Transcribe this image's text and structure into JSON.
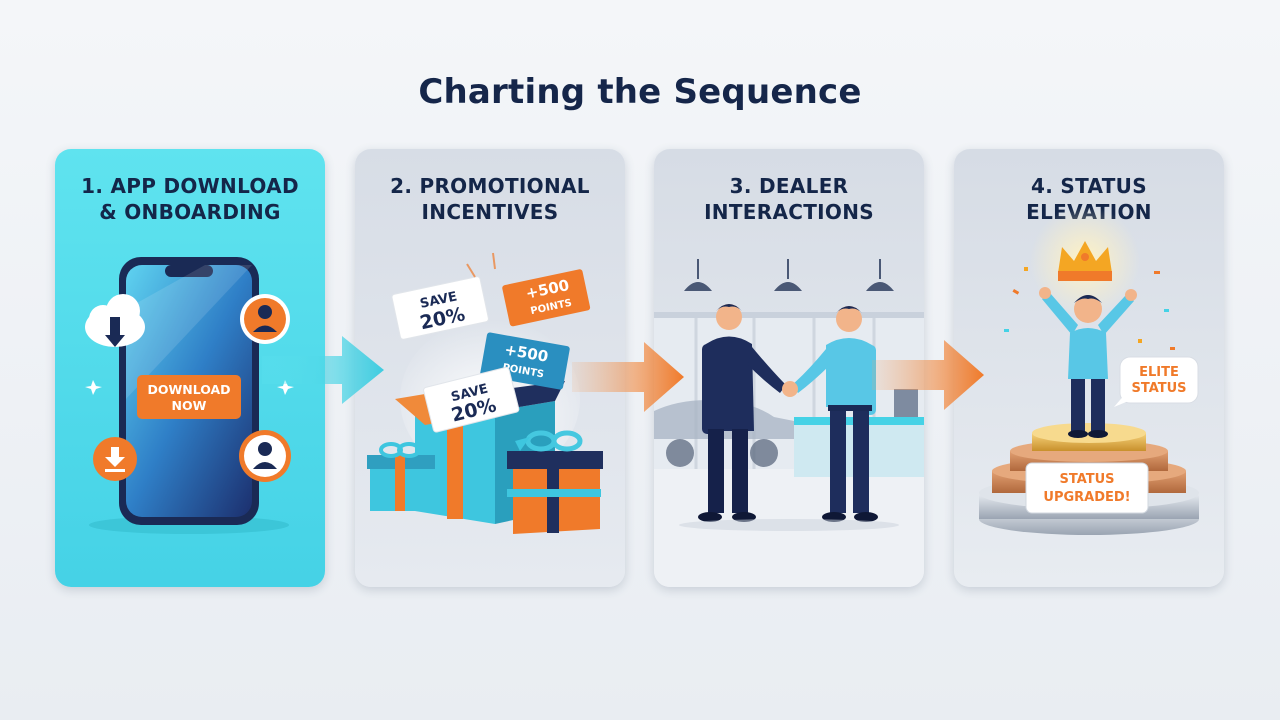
{
  "page": {
    "title": "Charting the Sequence"
  },
  "steps": [
    {
      "title_line1": "1. APP DOWNLOAD",
      "title_line2": "& ONBOARDING",
      "button_label_line1": "DOWNLOAD",
      "button_label_line2": "NOW"
    },
    {
      "title_line1": "2. PROMOTIONAL",
      "title_line2": "INCENTIVES",
      "coupons": [
        {
          "line1": "SAVE",
          "line2": "20%"
        },
        {
          "line1": "+500",
          "line2": "POINTS"
        },
        {
          "line1": "+500",
          "line2": "POINTS"
        },
        {
          "line1": "SAVE",
          "line2": "20%"
        }
      ]
    },
    {
      "title_line1": "3. DEALER",
      "title_line2": "INTERACTIONS"
    },
    {
      "title_line1": "4. STATUS",
      "title_line2": "ELEVATION",
      "bubble_line1": "ELITE",
      "bubble_line2": "STATUS",
      "banner_line1": "STATUS",
      "banner_line2": "UPGRADED!"
    }
  ],
  "colors": {
    "navy": "#142649",
    "teal": "#45d2e6",
    "orange": "#f07a2a",
    "card_gray": "#dde2ea"
  },
  "icons": [
    "cloud-download-icon",
    "user-icon",
    "download-icon",
    "sparkle-icon",
    "gift-box-icon",
    "coupon-icon",
    "ceiling-lamp-icon",
    "car-icon",
    "crown-icon",
    "podium-icon"
  ]
}
